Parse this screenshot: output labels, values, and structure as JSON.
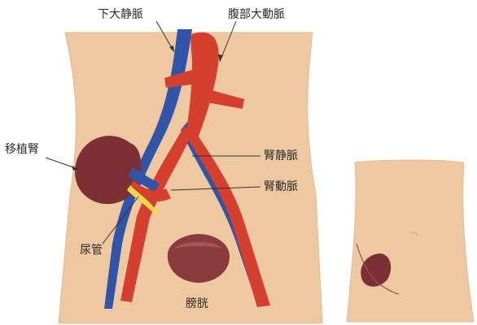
{
  "labels": {
    "inferior_vena_cava": "下大静脈",
    "abdominal_aorta": "腹部大動脈",
    "transplanted_kidney": "移植腎",
    "renal_vein": "腎静脈",
    "renal_artery": "腎動脈",
    "ureter": "尿管",
    "bladder": "膀胱"
  },
  "colors": {
    "skin": "#eec8a1",
    "skin_outline": "#e8ba8f",
    "artery": "#d53f2e",
    "vein": "#2f54a8",
    "kidney": "#7d2f36",
    "ureter": "#f3d54a",
    "bladder": "#8a3c3c",
    "text": "#2a2a2a"
  }
}
